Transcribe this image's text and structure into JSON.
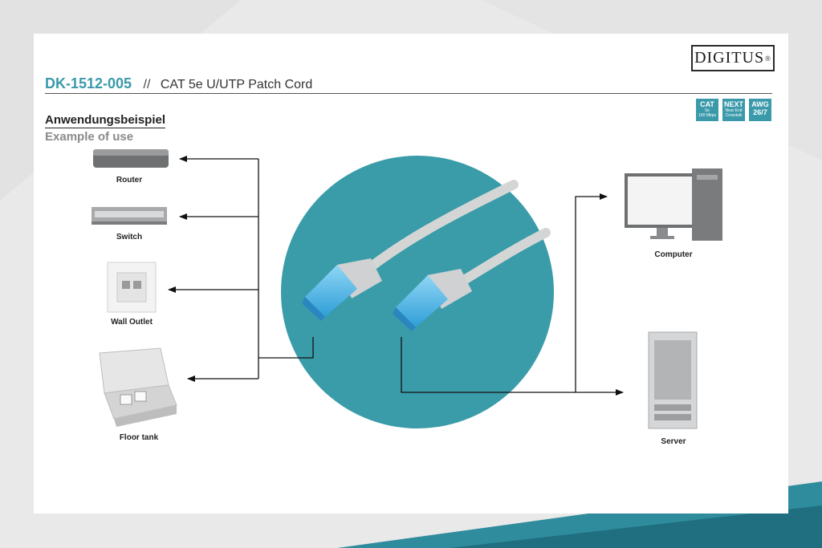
{
  "brand": {
    "logo_text": "DIGITUS",
    "logo_mark": "®"
  },
  "header": {
    "sku": "DK-1512-005",
    "separator": "//",
    "product": "CAT 5e U/UTP Patch Cord"
  },
  "badges": [
    {
      "line1": "CAT",
      "line2": "5e",
      "line3": "100 Mbps"
    },
    {
      "line1": "NEXT",
      "line2": "Near End",
      "line3": "Crosstalk"
    },
    {
      "line1": "AWG",
      "line2": "26/7",
      "line3": ""
    }
  ],
  "section": {
    "title_de": "Anwendungsbeispiel",
    "title_en": "Example of use"
  },
  "devices": {
    "router": "Router",
    "switch": "Switch",
    "wall_outlet": "Wall Outlet",
    "floor_tank": "Floor tank",
    "computer": "Computer",
    "server": "Server"
  },
  "colors": {
    "accent": "#3a9aaa",
    "circle": "#3a9ca9",
    "connector": "#4fb4e4"
  }
}
